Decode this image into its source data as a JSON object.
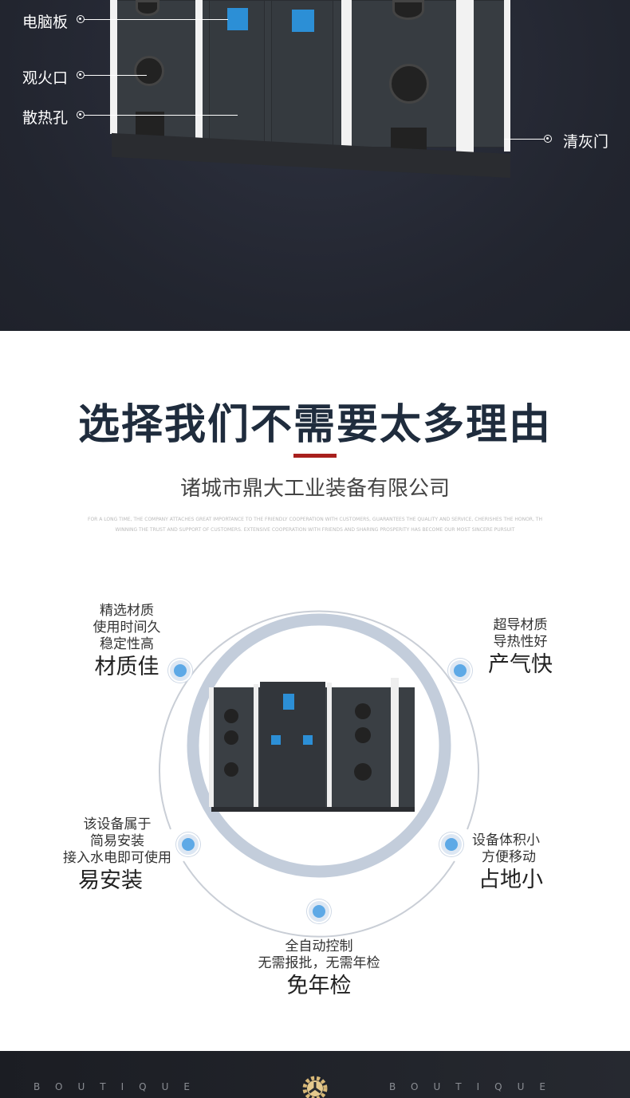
{
  "hero": {
    "callouts": {
      "computer_board": "电脑板",
      "fire_window": "观火口",
      "heat_vents": "散热孔",
      "ash_door": "清灰门"
    }
  },
  "section": {
    "title": "选择我们不需要太多理由",
    "company": "诸城市鼎大工业装备有限公司",
    "english_line1": "FOR A LONG TIME, THE COMPANY ATTACHES GREAT IMPORTANCE TO THE FRIENDLY COOPERATION WITH CUSTOMERS, GUARANTEES THE QUALITY AND SERVICE, CHERISHES THE HONOR, THUS",
    "english_line2": "WINNING THE TRUST AND SUPPORT OF CUSTOMERS. EXTENSIVE COOPERATION WITH FRIENDS AND SHARING PROSPERITY HAS BECOME OUR MOST SINCERE PURSUIT",
    "accent_color": "#a8201d"
  },
  "features": [
    {
      "lines": [
        "精选材质",
        "使用时间久",
        "稳定性高"
      ],
      "title": "材质佳"
    },
    {
      "lines": [
        "超导材质",
        "导热性好"
      ],
      "title": "产气快"
    },
    {
      "lines": [
        "该设备属于",
        "简易安装",
        "接入水电即可使用"
      ],
      "title": "易安装"
    },
    {
      "lines": [
        "设备体积小",
        "方便移动"
      ],
      "title": "占地小"
    },
    {
      "lines": [
        "全自动控制",
        "无需报批，无需年检"
      ],
      "title": "免年检"
    }
  ],
  "footer": {
    "left_text": "BOUTIQUE",
    "right_text": "BOUTIQUE",
    "icon": "gear-icon"
  }
}
